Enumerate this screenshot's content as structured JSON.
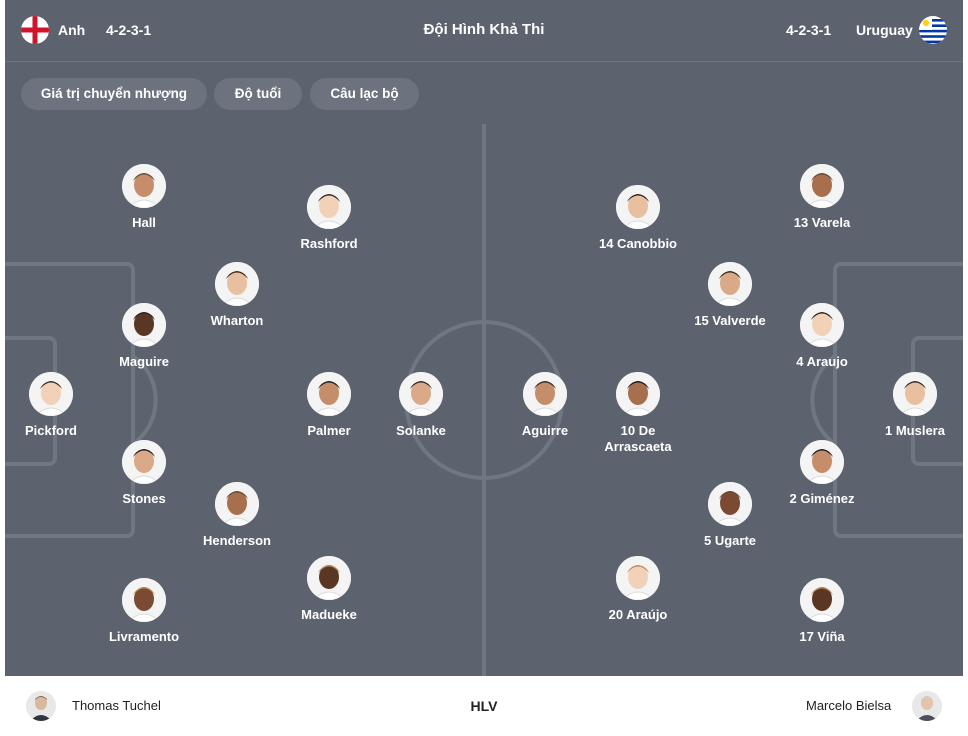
{
  "header": {
    "home_team": "Anh",
    "home_formation": "4-2-3-1",
    "title": "Đội Hình Khả Thi",
    "away_formation": "4-2-3-1",
    "away_team": "Uruguay",
    "home_flag_icon": "england-flag-icon",
    "away_flag_icon": "uruguay-flag-icon"
  },
  "filters": [
    "Giá trị chuyển nhượng",
    "Độ tuổi",
    "Câu lạc bộ"
  ],
  "home_players": [
    {
      "name": "Pickford"
    },
    {
      "name": "Hall"
    },
    {
      "name": "Maguire"
    },
    {
      "name": "Stones"
    },
    {
      "name": "Livramento"
    },
    {
      "name": "Wharton"
    },
    {
      "name": "Henderson"
    },
    {
      "name": "Rashford"
    },
    {
      "name": "Palmer"
    },
    {
      "name": "Madueke"
    },
    {
      "name": "Solanke"
    }
  ],
  "away_players": [
    {
      "name": "1 Muslera"
    },
    {
      "name": "13 Varela"
    },
    {
      "name": "4 Araujo"
    },
    {
      "name": "2 Giménez"
    },
    {
      "name": "17 Viña"
    },
    {
      "name": "15 Valverde"
    },
    {
      "name": "5 Ugarte"
    },
    {
      "name": "14 Canobbio"
    },
    {
      "name": "10 De Arrascaeta"
    },
    {
      "name": "20 Araújo"
    },
    {
      "name": "Aguirre"
    }
  ],
  "coaches": {
    "label": "HLV",
    "home": "Thomas Tuchel",
    "away": "Marcelo Bielsa"
  },
  "colors": {
    "pitch": "#5c636e",
    "lines": "#6f7782",
    "chip": "#6c737e",
    "text": "#ffffff"
  }
}
